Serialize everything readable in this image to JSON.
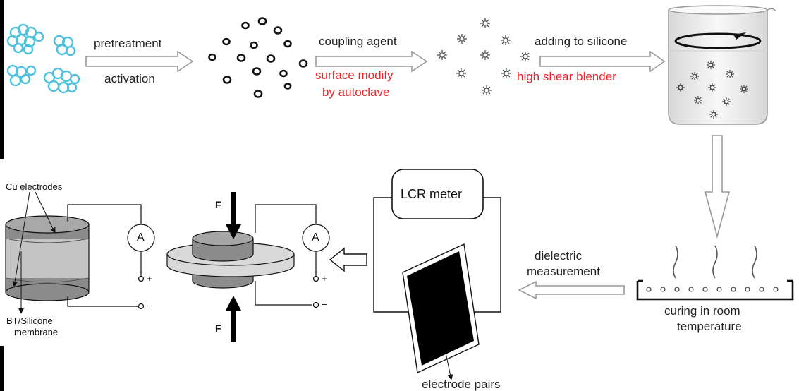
{
  "colors": {
    "accent_red": "#e8282d",
    "particle_blue": "#4ec1dd",
    "gray_light": "#c4c4c4",
    "gray_dark": "#8c8c8c",
    "black": "#000000"
  },
  "icons": {
    "particles_raw": "blue-particle-cluster-icon",
    "particles_activated": "ring-particle-icon",
    "particles_modified": "star-particle-icon",
    "beaker": "beaker-icon",
    "stirring": "circular-arrow-icon",
    "tray": "curing-tray-icon",
    "vapor": "wavy-vapor-icon",
    "ammeter": "ammeter-icon",
    "electrode": "electrode-plate-icon",
    "force": "force-arrow-icon"
  },
  "top_flow": {
    "step1": {
      "above": "pretreatment",
      "below": "activation"
    },
    "step2": {
      "above": "coupling agent",
      "below_line1": "surface modify",
      "below_line2": "by autoclave"
    },
    "step3": {
      "above": "adding to silicone",
      "below": "high shear blender"
    }
  },
  "curing": {
    "line1": "curing in room",
    "line2": "temperature"
  },
  "measurement": {
    "arrow_line1": "dielectric",
    "arrow_line2": "measurement",
    "meter": "LCR meter",
    "electrodes": "electrode pairs"
  },
  "sample": {
    "electrodes_label": "Cu electrodes",
    "membrane_line1": "BT/Silicone",
    "membrane_line2": "membrane"
  },
  "circuit": {
    "ammeter_symbol": "A",
    "plus": "+",
    "minus": "−",
    "force_symbol": "F"
  }
}
